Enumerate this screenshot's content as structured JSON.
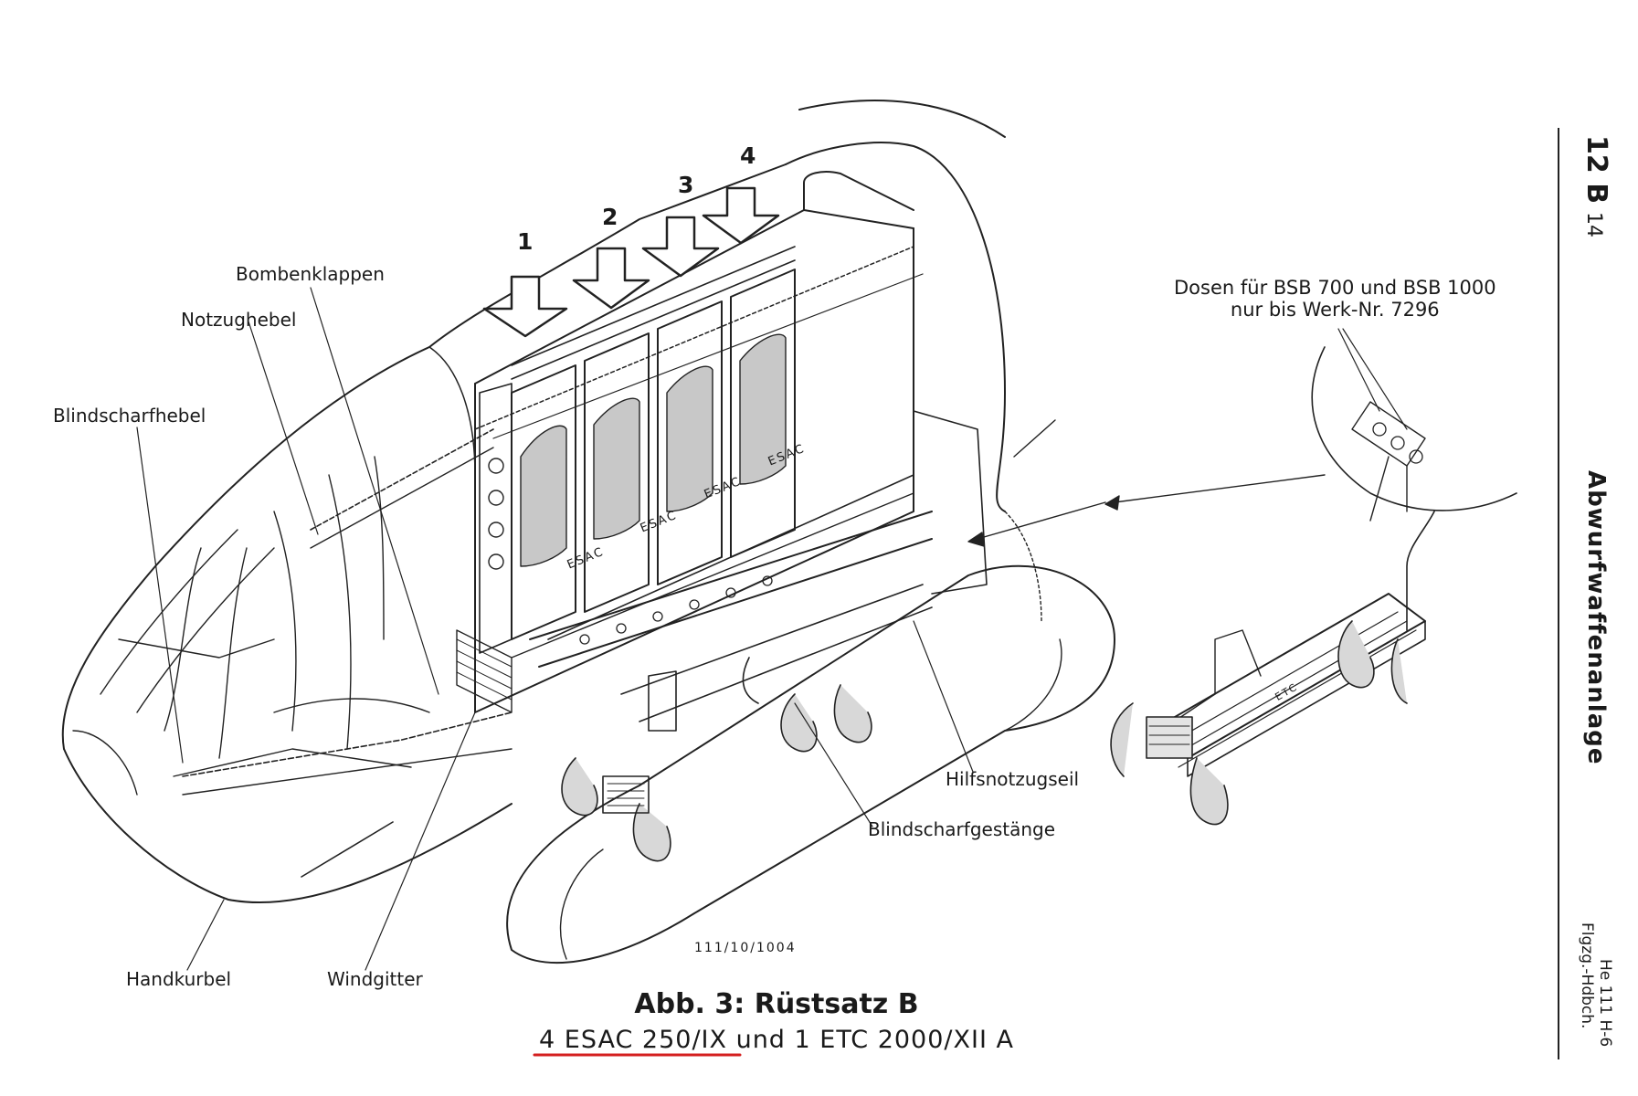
{
  "labels": {
    "bombenklappen": "Bombenklappen",
    "notzughebel": "Notzughebel",
    "blindscharfhebel": "Blindscharfhebel",
    "handkurbel": "Handkurbel",
    "windgitter": "Windgitter",
    "hilfsnotzugseil": "Hilfsnotzugseil",
    "blindscharfgestaenge": "Blindscharfgestänge",
    "dosen_line1": "Dosen für BSB 700 und BSB 1000",
    "dosen_line2": "nur bis Werk-Nr. 7296"
  },
  "rack_markings": {
    "esac": "ESAC",
    "etc": "ETC"
  },
  "callouts": [
    "1",
    "2",
    "3",
    "4"
  ],
  "drawing_ref": "111/10/1004",
  "caption": {
    "title": "Abb. 3: Rüstsatz B",
    "subtitle": "4 ESAC 250/IX und 1 ETC 2000/XII A",
    "underline_color": "#d41f1f"
  },
  "margin": {
    "page_ref": "12 B",
    "page_num": "14",
    "section": "Abwurfwaffenanlage",
    "footer1": "He 111 H-6",
    "footer2": "Flgzg.-Hdbch."
  }
}
